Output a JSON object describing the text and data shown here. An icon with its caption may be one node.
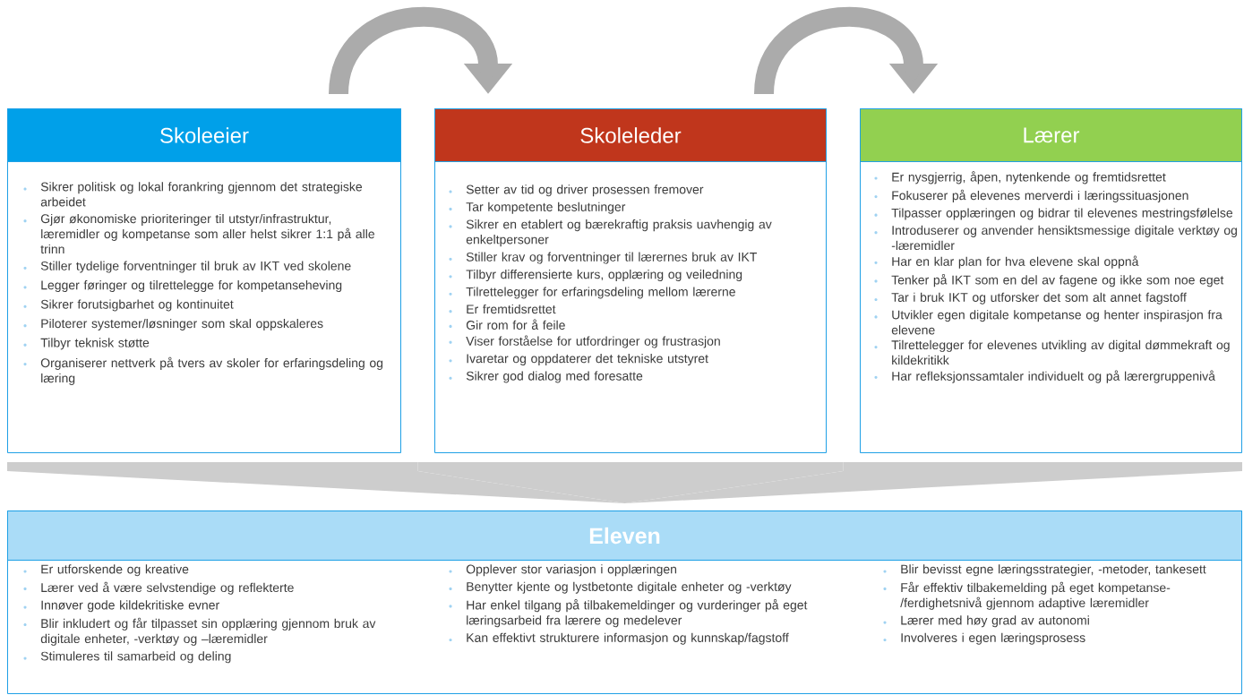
{
  "diagram": {
    "nodes": [
      {
        "text": [
          "Skoleeier",
          "Sikrer politisk og lokal forankring gjennom det strategiske arbeidet",
          "Gjør økonomiske prioriteringer til utstyr/infrastruktur, læremidler og kompetanse som aller helst sikrer 1:1 på alle trinn",
          "Stiller tydelige forventninger til bruk av IKT ved skolene",
          "Legger føringer og tilrettelegge for kompetanseheving",
          "Sikrer forutsigbarhet og kontinuitet",
          "Piloterer systemer/løsninger som skal oppskaleres",
          "Tilbyr teknisk støtte",
          "Organiserer nettverk på tvers av skoler for erfaringsdeling og læring"
        ]
      },
      {
        "text": [
          "Skoleleder",
          "Setter av tid og driver prosessen fremover",
          "Tar kompetente beslutninger",
          "Sikrer en etablert og bærekraftig praksis uavhengig av enkeltpersoner",
          "Stiller krav og forventninger til lærernes bruk av IKT",
          "Tilbyr differensierte kurs, opplæring og veiledning",
          "Tilrettelegger for erfaringsdeling mellom lærerne",
          "Er fremtidsrettet",
          "Gir rom for å feile",
          "Viser forståelse for utfordringer og frustrasjon",
          "Ivaretar og oppdaterer det tekniske utstyret",
          "Sikrer god dialog med foresatte"
        ]
      },
      {
        "text": [
          "Lærer",
          "Er nysgjerrig, åpen, nytenkende og fremtidsrettet",
          "Fokuserer på elevenes merverdi i læringssituasjonen",
          "Tilpasser opplæringen og bidrar til elevenes mestringsfølelse",
          "Introduserer og anvender hensiktsmessige digitale verktøy og -læremidler",
          "Har en klar plan for hva elevene skal oppnå",
          "Tenker på IKT som en del av fagene og ikke som noe eget",
          "Tar i bruk IKT og utforsker det som alt annet fagstoff",
          "Utvikler egen digitale kompetanse og henter inspirasjon fra elevene",
          "Tilrettelegger for elevenes utvikling av digital dømmekraft og kildekritikk",
          "Har refleksjonssamtaler individuelt og på lærergruppenivå"
        ]
      },
      {
        "text": [
          "Eleven",
          "Er utforskende og kreative",
          "Lærer ved å være selvstendige og reflekterte",
          "Innøver gode kildekritiske evner",
          "Blir inkludert og får tilpasset sin opplæring gjennom bruk av digitale enheter, -verktøy og –læremidler",
          "Stimuleres til samarbeid og deling",
          "Opplever stor variasjon i opplæringen",
          "Benytter kjente og lystbetonte digitale enheter og -verktøy",
          "Har enkel tilgang på tilbakemeldinger og vurderinger på eget læringsarbeid fra lærere og medelever",
          "Kan effektivt strukturere informasjon og kunnskap/fagstoff",
          "Blir bevisst egne læringsstrategier, -metoder, tankesett",
          "Får effektiv tilbakemelding på eget kompetanse-/ferdighetsnivå gjennom adaptive læremidler",
          "Lærer med høy grad av autonomi",
          "Involveres i egen læringsprosess"
        ]
      }
    ],
    "edges": [
      {
        "from": 0,
        "to": 1,
        "arrow": "to"
      },
      {
        "from": 1,
        "to": 2,
        "arrow": "to"
      },
      {
        "from": 0,
        "to": 3,
        "arrow": "to"
      },
      {
        "from": 1,
        "to": 3,
        "arrow": "to"
      },
      {
        "from": 2,
        "to": 3,
        "arrow": "to"
      }
    ]
  }
}
